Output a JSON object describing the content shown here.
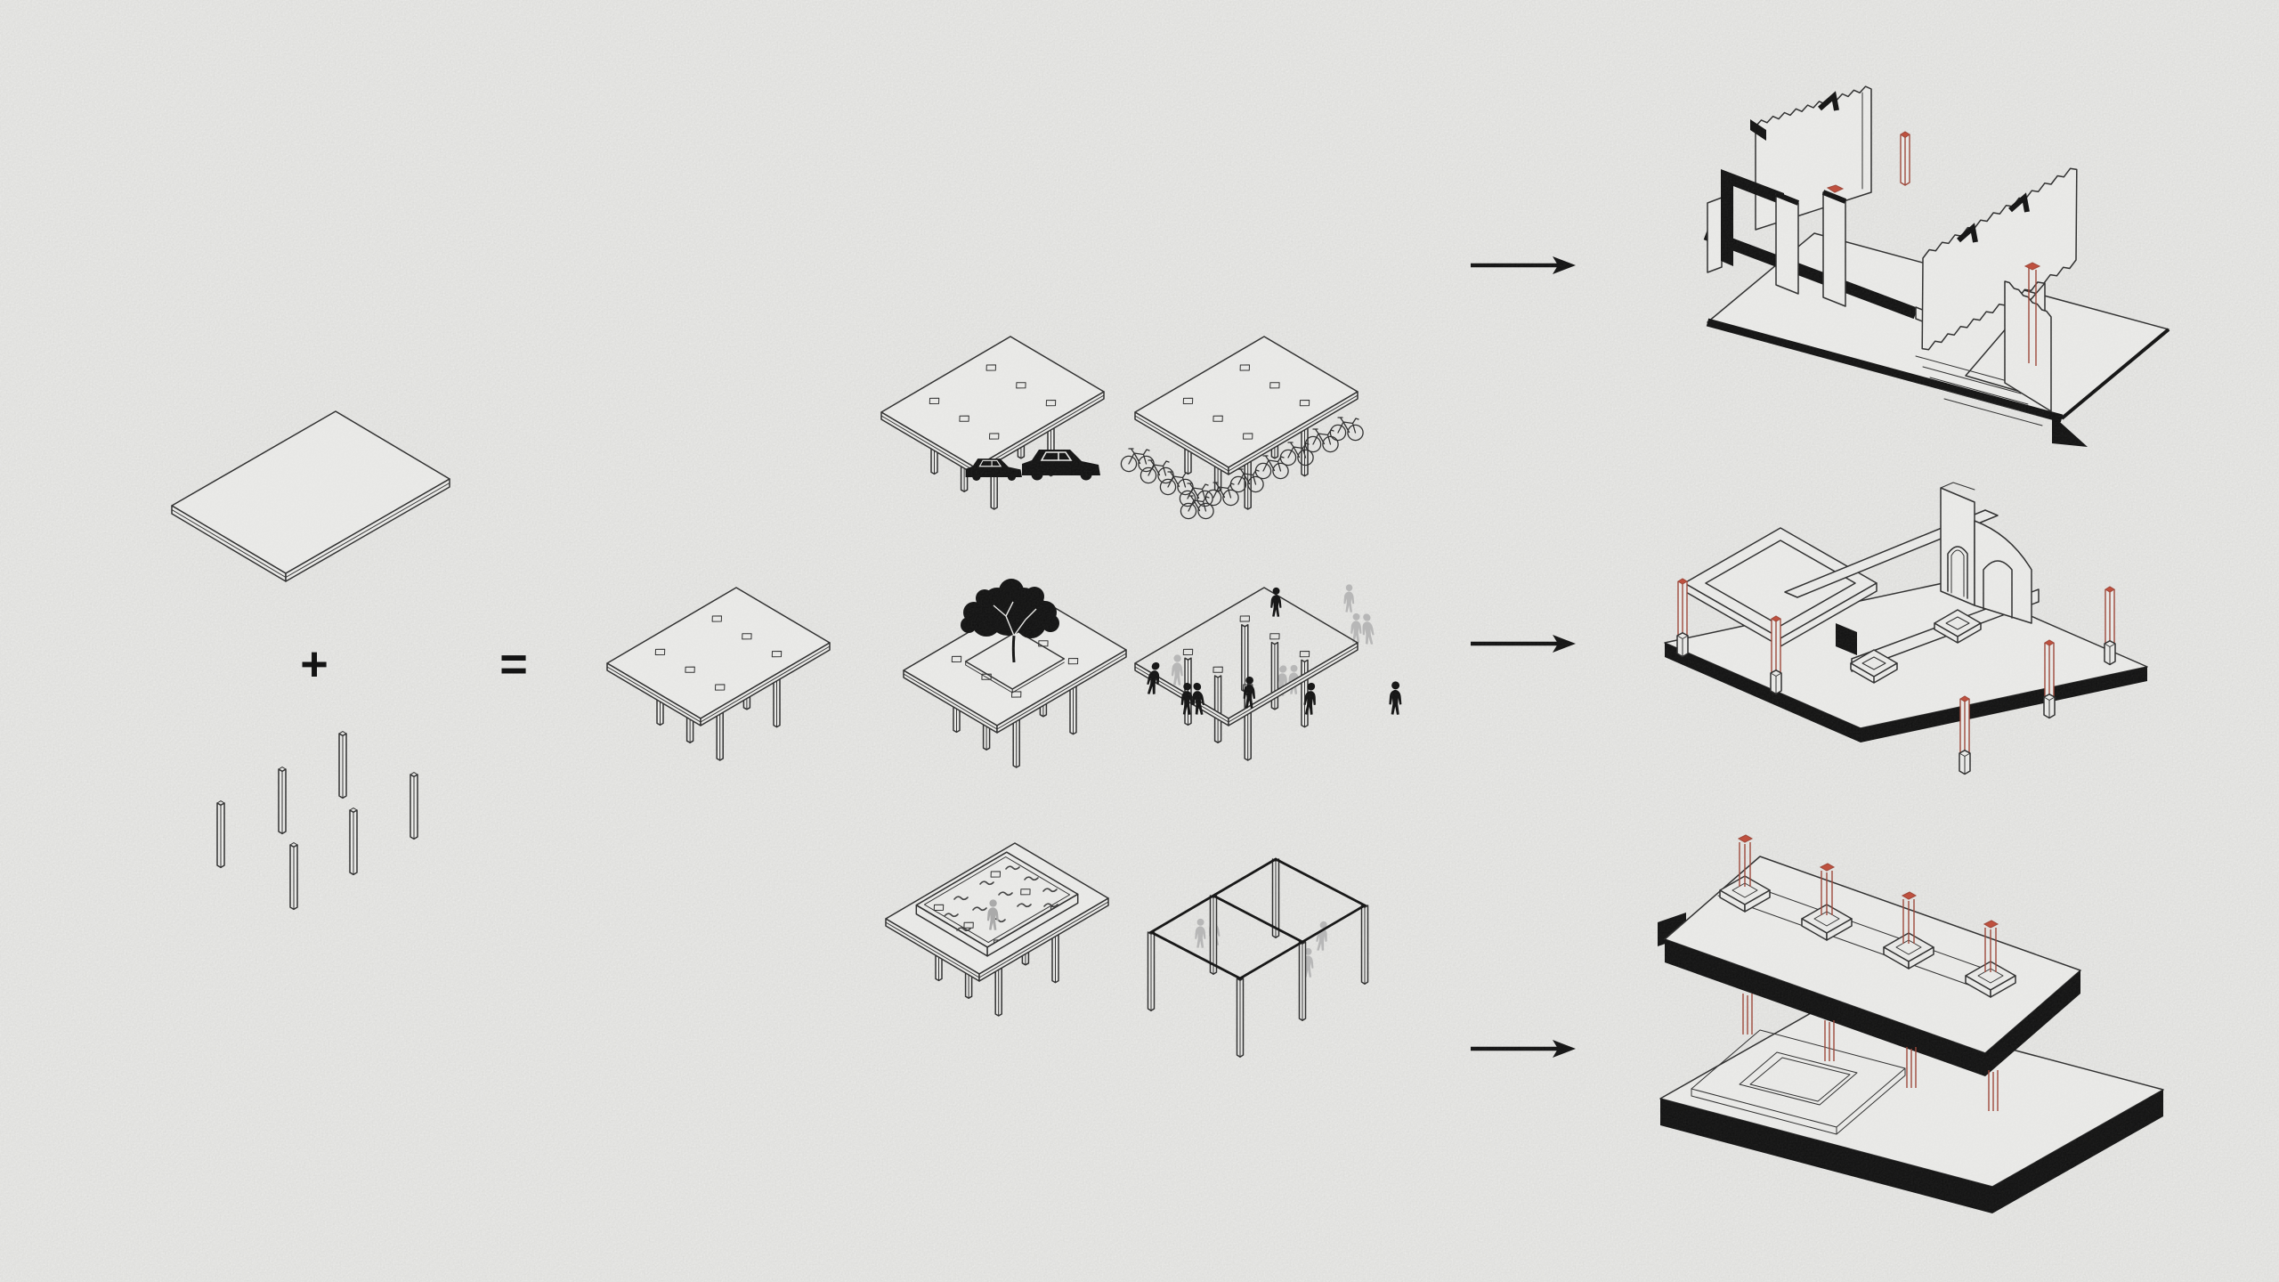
{
  "formula": {
    "plus": "+",
    "equals": "="
  },
  "arrow_glyph": "→",
  "palette": {
    "paper": "#ebebe9",
    "ink": "#2b2b2b",
    "ink_heavy": "#101010",
    "accent_red": "#bf4b38",
    "accent_red_outline": "#9c4436",
    "silhouette_gray": "#b7b7b7"
  },
  "figures": {
    "inputs": [
      {
        "id": "roof-slab",
        "name": "flat roof slab"
      },
      {
        "id": "column-grid",
        "name": "six free columns"
      }
    ],
    "variants": [
      {
        "id": "platform-plain",
        "name": "slab on columns"
      },
      {
        "id": "platform-cars",
        "name": "slab sheltering cars"
      },
      {
        "id": "platform-bicycles",
        "name": "slab sheltering bicycles"
      },
      {
        "id": "platform-tree",
        "name": "slab with tree opening"
      },
      {
        "id": "platform-people",
        "name": "slab with people"
      },
      {
        "id": "platform-pool",
        "name": "slab with water basin"
      },
      {
        "id": "platform-pergola",
        "name": "open column frame"
      }
    ],
    "results": [
      {
        "id": "study-walls",
        "name": "pavilion study with serrated walls and stair plinth"
      },
      {
        "id": "study-arches",
        "name": "pavilion study with arched wall and red columns"
      },
      {
        "id": "study-excavation",
        "name": "exploded slabs with red columns and sunken court"
      }
    ]
  }
}
